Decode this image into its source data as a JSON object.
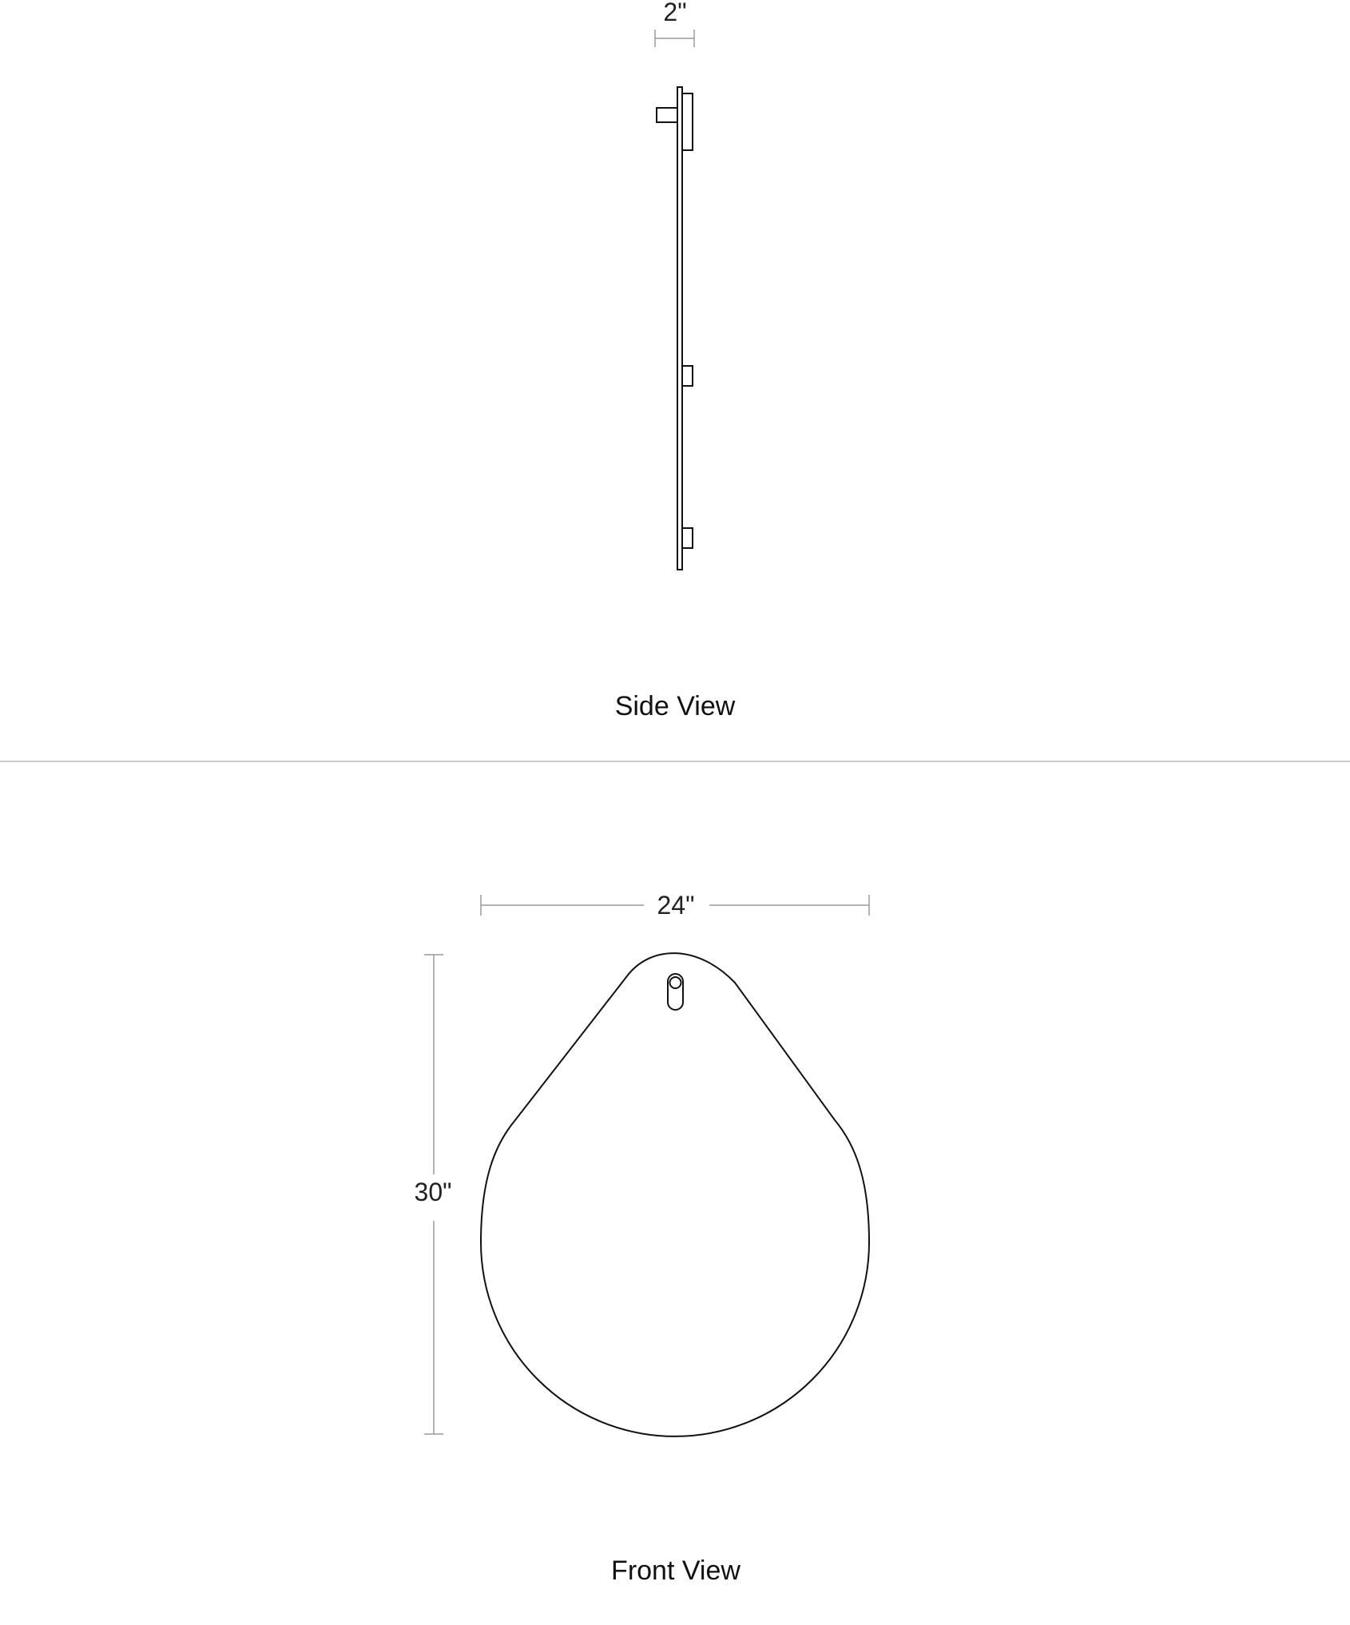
{
  "side_view": {
    "width_label": "2\"",
    "caption": "Side View"
  },
  "front_view": {
    "width_label": "24\"",
    "height_label": "30\"",
    "caption": "Front View"
  },
  "colors": {
    "outline": "#111111",
    "dimension_line": "#9a9a9a",
    "divider": "#cccccc"
  }
}
